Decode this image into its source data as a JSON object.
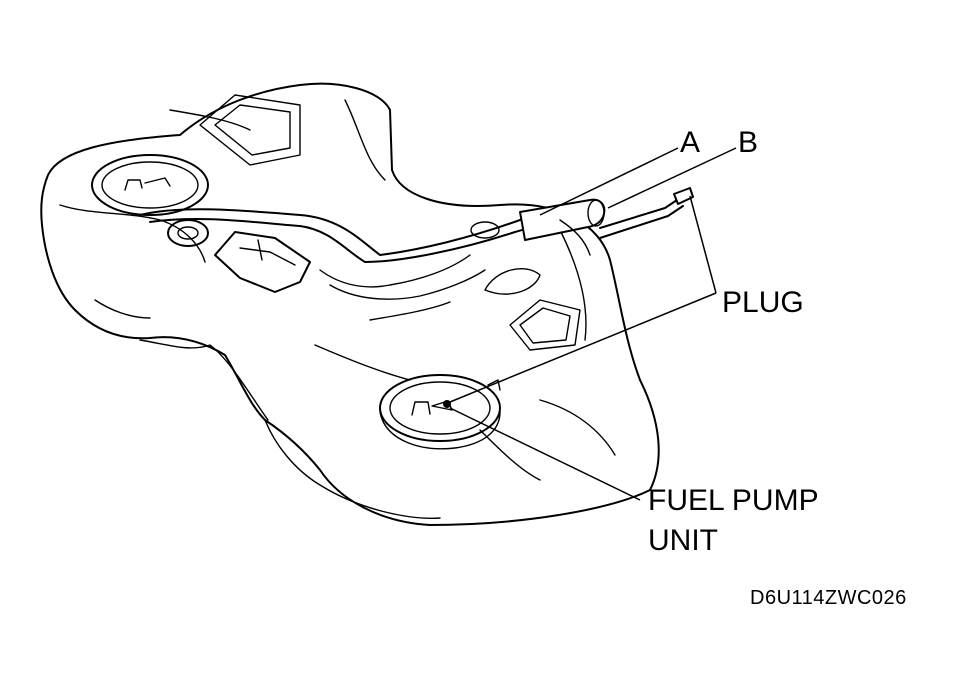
{
  "diagram": {
    "labels": {
      "a": "A",
      "b": "B",
      "plug": "PLUG",
      "fuel_pump_unit_line1": "FUEL PUMP",
      "fuel_pump_unit_line2": "UNIT",
      "figure_code": "D6U114ZWC026"
    }
  }
}
